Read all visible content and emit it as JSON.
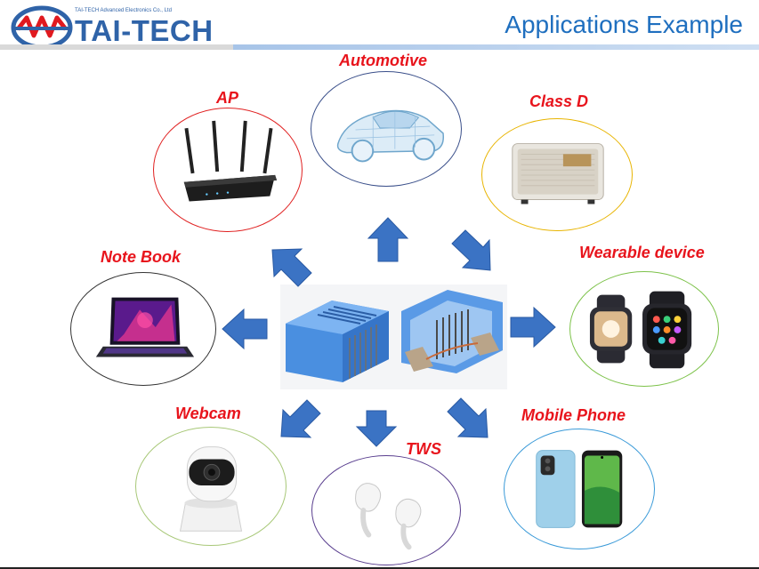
{
  "header": {
    "company_small": "TAI-TECH Advanced Electronics Co., Ltd",
    "company_logo_text": "TAI-TECH",
    "title": "Applications Example"
  },
  "colors": {
    "label_red": "#e8141c",
    "title_blue": "#1f6fbf",
    "arrow_blue": "#3b73c4"
  },
  "applications": {
    "automotive": {
      "label": "Automotive",
      "icon": "car-icon",
      "ring": "#3a4f8a"
    },
    "ap": {
      "label": "AP",
      "icon": "router-icon",
      "ring": "#e02020"
    },
    "class_d": {
      "label": "Class D",
      "icon": "speaker-icon",
      "ring": "#e8b400"
    },
    "notebook": {
      "label": "Note Book",
      "icon": "laptop-icon",
      "ring": "#333333"
    },
    "wearable": {
      "label": "Wearable device",
      "icon": "smartwatch-icon",
      "ring": "#7dc24a"
    },
    "webcam": {
      "label": "Webcam",
      "icon": "webcam-icon",
      "ring": "#a8c878"
    },
    "tws": {
      "label": "TWS",
      "icon": "earbuds-icon",
      "ring": "#5a3f8f"
    },
    "mobile": {
      "label": "Mobile Phone",
      "icon": "smartphone-icon",
      "ring": "#3a9ad8"
    }
  }
}
